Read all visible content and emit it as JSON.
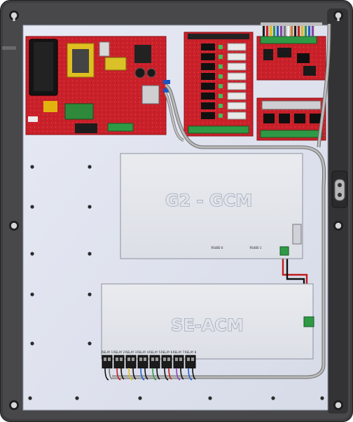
{
  "enclosure": {
    "frame_color": "#3e3e40",
    "backplate_color": "#dfe2ef",
    "pcb_red": "#cc2025",
    "terminal_green": "#2f9a45"
  },
  "modules": {
    "gcm": {
      "title": "G2 - GCM",
      "port_label_left": "RS485-0",
      "port_label_right": "RS485-1"
    },
    "acm": {
      "title": "SE-ACM",
      "relay_labels": [
        "RELAY 1",
        "RELAY 2",
        "RELAY 3",
        "RELAY 4",
        "RELAY 5",
        "RELAY 6",
        "RELAY 7",
        "RELAY 8"
      ]
    }
  },
  "icons": {
    "mount_hole": "mount-hole-icon",
    "screw": "screw-icon",
    "cable": "cable-icon"
  }
}
